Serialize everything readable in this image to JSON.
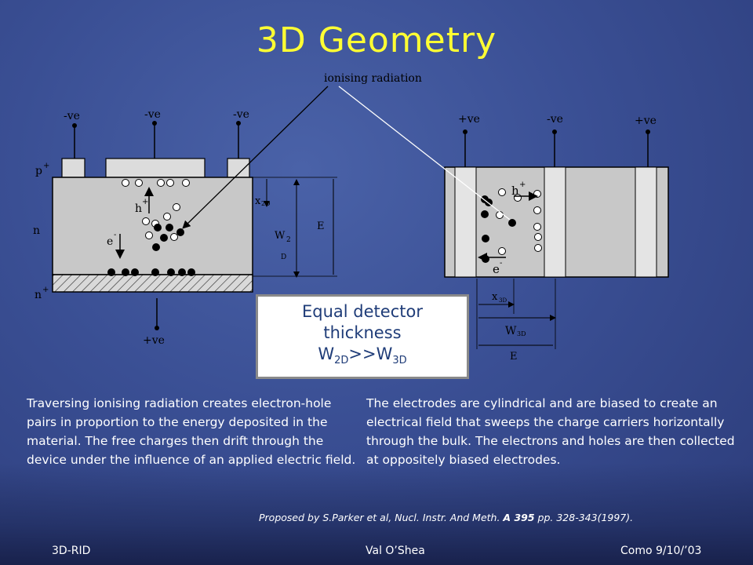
{
  "slide": {
    "title": "3D Geometry"
  },
  "diagram": {
    "radiation_label": "ionising radiation",
    "planar": {
      "top_bias": [
        "-ve",
        "-ve",
        "-ve"
      ],
      "bottom_bias": "+ve",
      "layer_p": "p",
      "layer_p_sup": "+",
      "layer_n": "n",
      "layer_n_plus": "n",
      "layer_n_plus_sup": "+",
      "hole": "h",
      "hole_sup": "+",
      "electron": "e",
      "electron_sup": "-",
      "x_label": "x",
      "x_sub": "2D",
      "w_label": "W",
      "w_sub_a": "2",
      "w_sub_b": "D",
      "e_label": "E"
    },
    "three_d": {
      "top_bias": [
        "+ve",
        "-ve",
        "+ve"
      ],
      "hole": "h",
      "hole_sup": "+",
      "electron": "e",
      "electron_sup": "-",
      "x_label": "x",
      "x_sub": "3D",
      "w_label": "W",
      "w_sub": "3D",
      "e_label": "E"
    }
  },
  "callout": {
    "line1": "Equal detector",
    "line2": "thickness",
    "w2d": "W",
    "w2d_sub": "2D",
    "op": ">>W",
    "w3d_sub": "3D"
  },
  "text": {
    "left": "Traversing ionising radiation creates electron-hole pairs  in proportion to the energy deposited in the material. The free charges then drift through the device under the influence of an applied electric field.",
    "right": "The electrodes are cylindrical and are biased to create an electrical field that sweeps the charge carriers horizontally through the bulk. The electrons and holes are then collected at oppositely biased electrodes."
  },
  "reference": {
    "prefix": "Proposed by S.Parker et al, Nucl. Instr. And Meth. ",
    "volume": "A 395",
    "suffix": " pp. 328-343(1997)."
  },
  "footer": {
    "left": "3D-RID",
    "center": "Val O’Shea",
    "right": "Como 9/10/’03"
  }
}
